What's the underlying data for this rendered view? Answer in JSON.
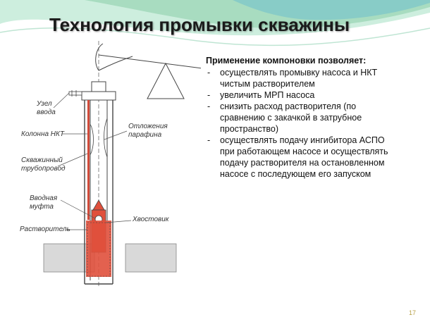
{
  "slide": {
    "title": "Технология промывки скважины",
    "page_number": "17"
  },
  "diagram": {
    "labels": {
      "inlet_node_line1": "Узел",
      "inlet_node_line2": "ввода",
      "tubing": "Колонна НКТ",
      "downhole_line1": "Скважинный",
      "downhole_line2": "трубопровод",
      "inlet_coupling_line1": "Вводная",
      "inlet_coupling_line2": "муфта",
      "solvent": "Растворитель",
      "paraffin_line1": "Отложения",
      "paraffin_line2": "парафина",
      "tail": "Хвостовик"
    }
  },
  "panel": {
    "heading": "Применение компоновки позволяет:",
    "bullets": [
      {
        "dash": "-",
        "line1": "осуществлять промывку насоса и НКТ",
        "line2": "чистым растворителем"
      },
      {
        "dash": "-",
        "line1": "увеличить МРП насоса"
      },
      {
        "dash": "-",
        "line1": "снизить расход растворителя (по",
        "line2": "сравнению с закачкой в затрубное",
        "line3": "пространство)"
      },
      {
        "dash": "-",
        "line1": "осуществлять подачу ингибитора АСПО",
        "line2": "при работающем насосе и осуществлять",
        "line3": "подачу растворителя на остановленном",
        "line4": "насосе с последующем его запуском"
      }
    ]
  },
  "colors": {
    "wave_green": "#a8dcc0",
    "wave_teal": "#7fc8c8",
    "solvent_red": "#e0503c",
    "tubing_red": "#d24a3a",
    "ground_gray": "#d9d9d9",
    "page_number": "#b9a24a"
  }
}
